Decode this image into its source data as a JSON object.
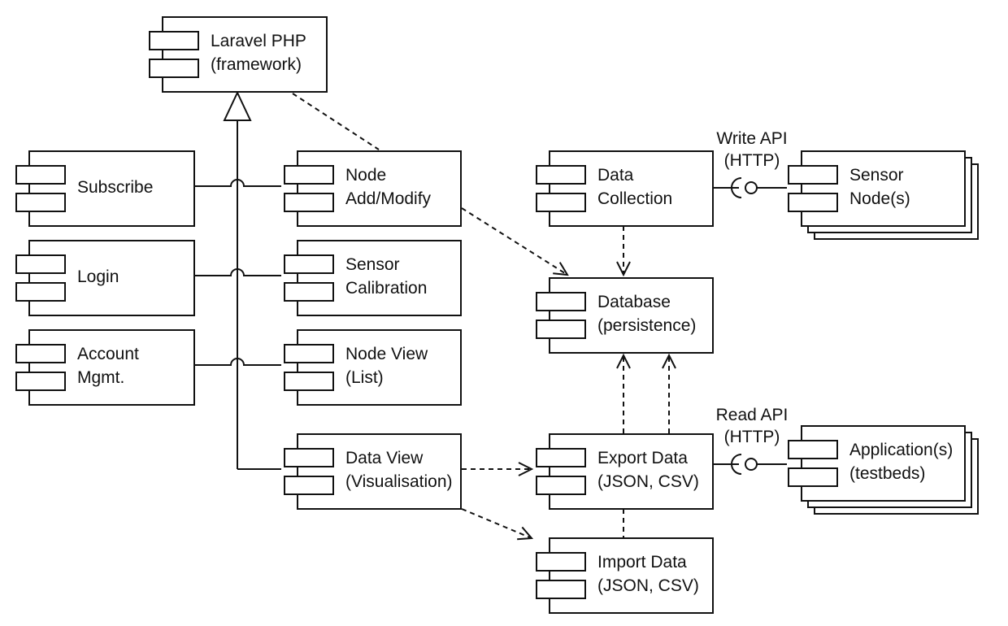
{
  "components": {
    "laravel": {
      "line1": "Laravel PHP",
      "line2": "(framework)"
    },
    "subscribe": {
      "line1": "Subscribe"
    },
    "login": {
      "line1": "Login"
    },
    "account": {
      "line1": "Account",
      "line2": "Mgmt."
    },
    "node_add": {
      "line1": "Node",
      "line2": "Add/Modify"
    },
    "sensor_cal": {
      "line1": "Sensor",
      "line2": "Calibration"
    },
    "node_view": {
      "line1": "Node View",
      "line2": "(List)"
    },
    "data_view": {
      "line1": "Data View",
      "line2": "(Visualisation)"
    },
    "data_collection": {
      "line1": "Data",
      "line2": "Collection"
    },
    "database": {
      "line1": "Database",
      "line2": "(persistence)"
    },
    "export": {
      "line1": "Export Data",
      "line2": "(JSON, CSV)"
    },
    "import": {
      "line1": "Import Data",
      "line2": "(JSON, CSV)"
    },
    "sensor_nodes": {
      "line1": "Sensor",
      "line2": "Node(s)"
    },
    "applications": {
      "line1": "Application(s)",
      "line2": "(testbeds)"
    }
  },
  "interfaces": {
    "write_api": {
      "line1": "Write API",
      "line2": "(HTTP)"
    },
    "read_api": {
      "line1": "Read API",
      "line2": "(HTTP)"
    }
  }
}
